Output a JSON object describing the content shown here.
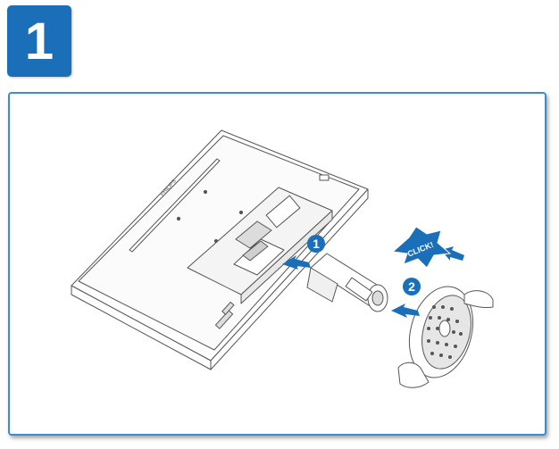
{
  "step": {
    "number": "1"
  },
  "illustration": {
    "brand_label": "PHILIPS",
    "click_label": "CLICK!",
    "marker_1": "1",
    "marker_2": "2",
    "accent_color": "#1a6fb8",
    "frame_color": "#3e8bd0",
    "icons": [
      "monitor-back",
      "stand-column",
      "stand-base",
      "hand",
      "arrow",
      "click-burst"
    ]
  }
}
